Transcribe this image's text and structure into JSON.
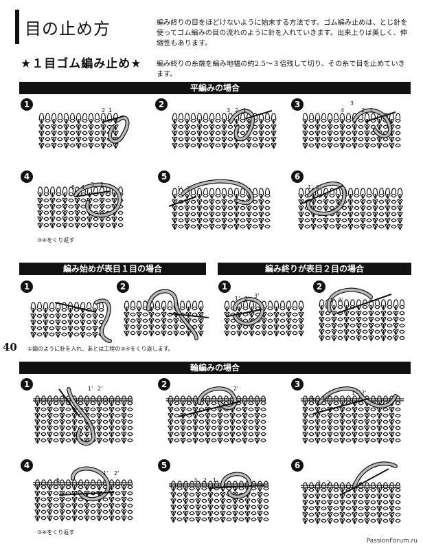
{
  "header": {
    "title": "目の止め方",
    "intro": "編み終りの目をほどけないように始末する方法です。ゴム編み止めは、とじ針を使ってゴム編みの目の流れのように針を入れていきます。出来上りは美しく、伸縮性もあります。",
    "subtitle": "★１目ゴム編み止め★",
    "sub_note": "編み終りの糸端を編み地幅の約2.5～３倍残して切り、その糸で目を止めていきます。"
  },
  "sections": {
    "flat": "平編みの場合",
    "start_one": "編み始めが表目１目の場合",
    "end_two": "編み終りが表目２目の場合",
    "round": "輪編みの場合"
  },
  "captions": {
    "flat_repeat": "③④をくり返す",
    "start_note": "①図のように針を入れ、あとは工程の③④をくり返します。",
    "round_repeat": "③④をくり返す"
  },
  "step_numbers": [
    "1",
    "2",
    "3",
    "4",
    "5",
    "6"
  ],
  "labels": {
    "n1": "1",
    "n2": "2",
    "n3": "3",
    "n4": "4",
    "n5": "5",
    "p1": "1'",
    "p2": "2'",
    "p3": "3'"
  },
  "page_number": "40",
  "watermark": "PassionForum.ru"
}
